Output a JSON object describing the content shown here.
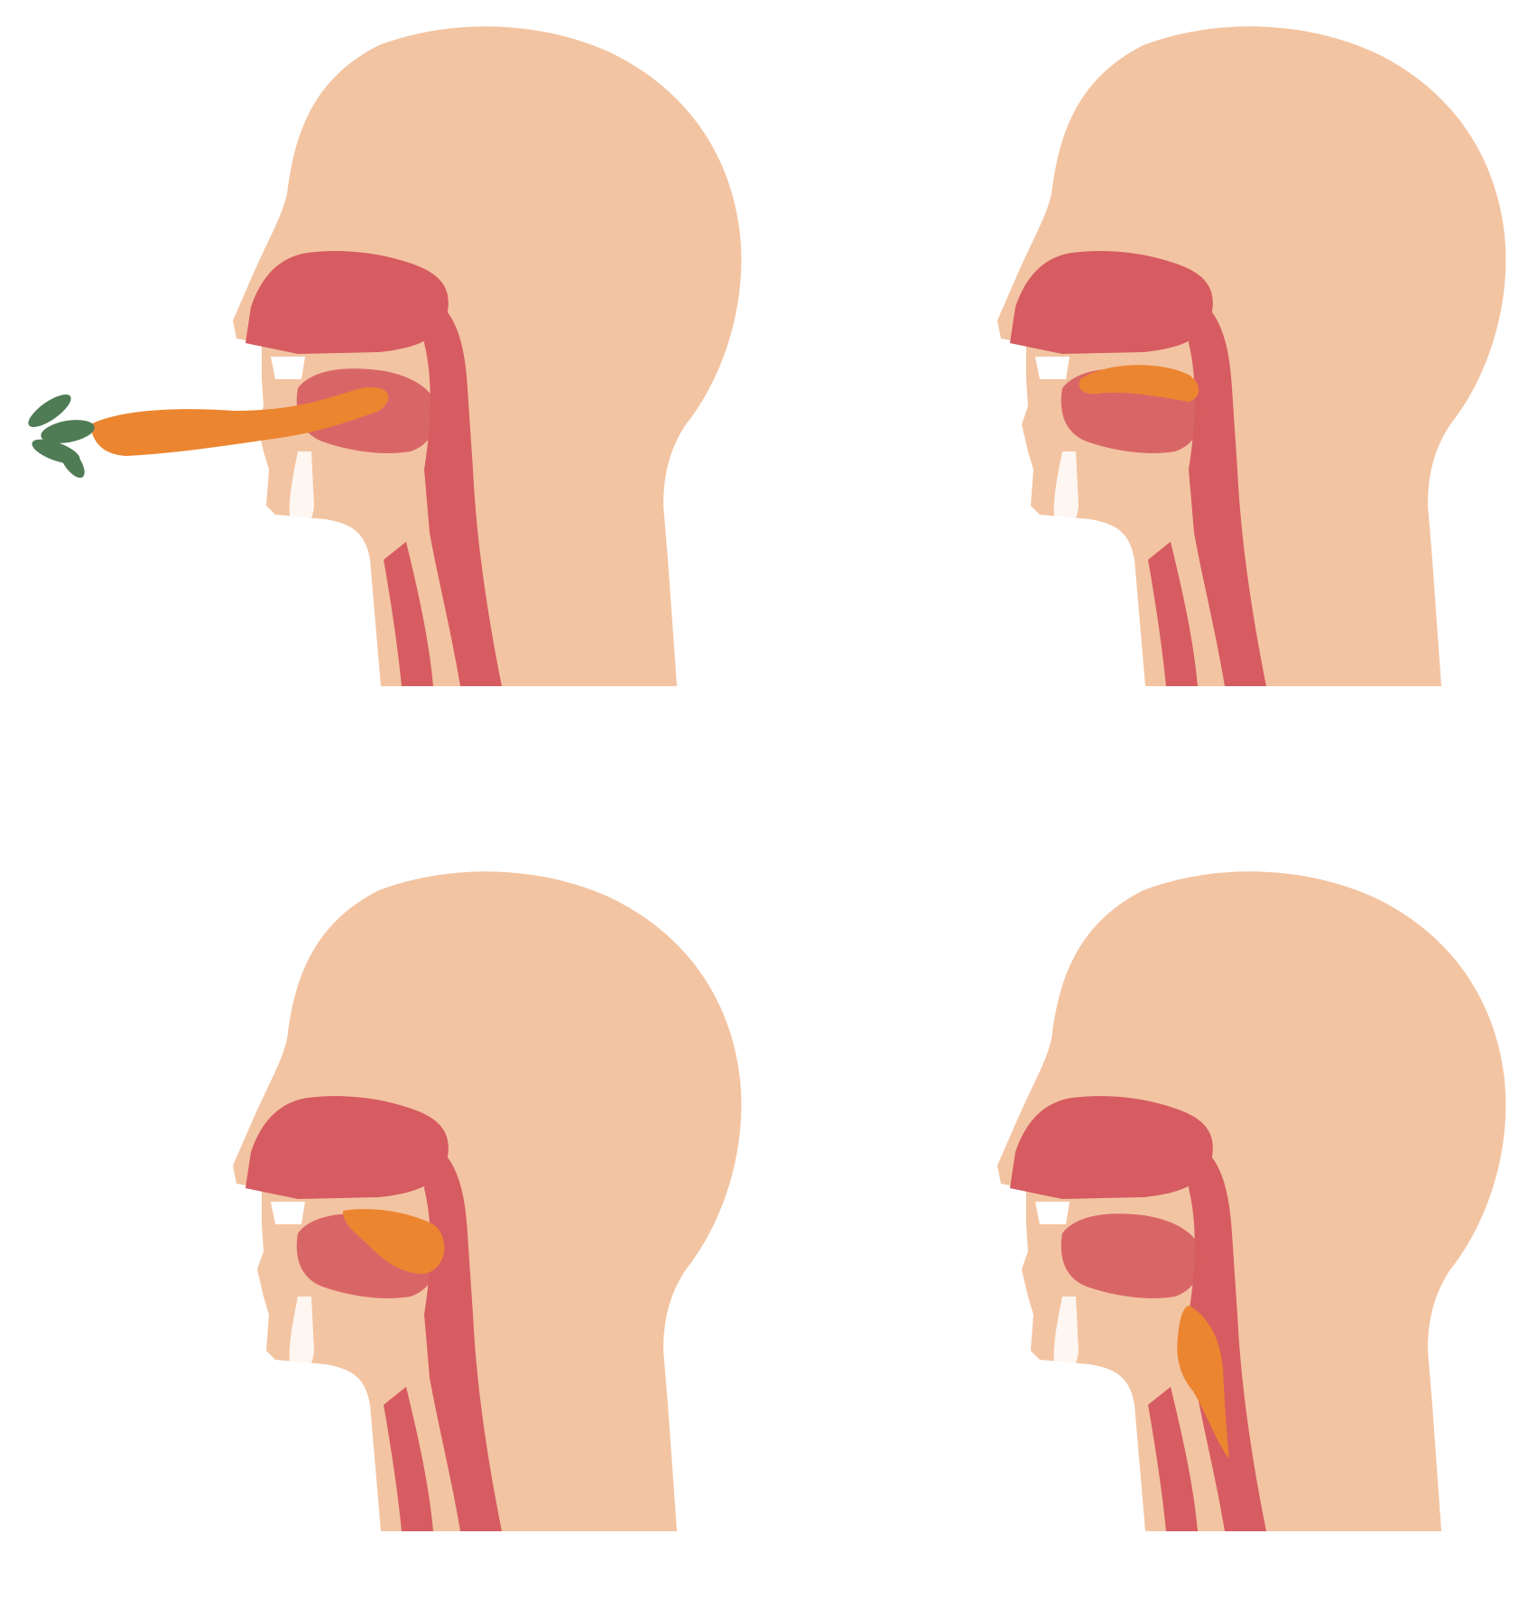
{
  "colors": {
    "skin": "#f3c4a2",
    "tract": "#d65c61",
    "food": "#ec8530",
    "leaves": "#4f7b55",
    "teeth": "#ffffff"
  },
  "stages": [
    {
      "food": "carrot-entering-mouth"
    },
    {
      "food": "bolus-on-tongue"
    },
    {
      "food": "bolus-at-back-of-mouth"
    },
    {
      "food": "bolus-in-throat"
    }
  ]
}
